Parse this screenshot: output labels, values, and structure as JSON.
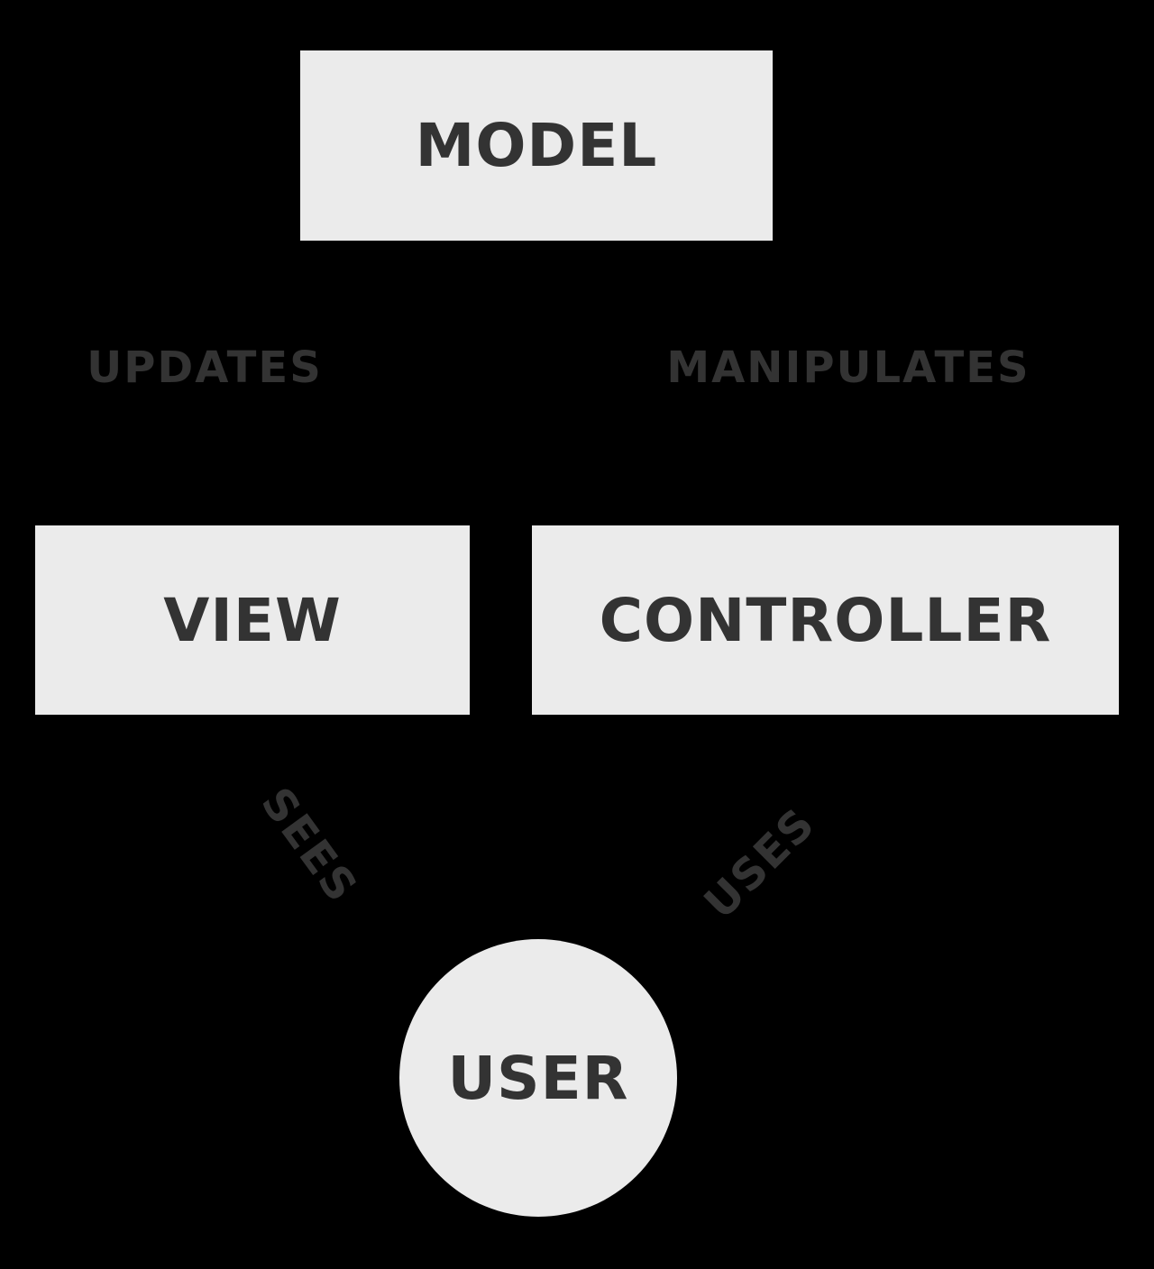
{
  "diagram": {
    "nodes": {
      "model": {
        "label": "MODEL",
        "shape": "rectangle"
      },
      "view": {
        "label": "VIEW",
        "shape": "rectangle"
      },
      "controller": {
        "label": "CONTROLLER",
        "shape": "rectangle"
      },
      "user": {
        "label": "USER",
        "shape": "circle"
      }
    },
    "edges": {
      "updates": {
        "label": "UPDATES",
        "from": "model",
        "to": "view"
      },
      "manipulates": {
        "label": "MANIPULATES",
        "from": "controller",
        "to": "model"
      },
      "sees": {
        "label": "SEES",
        "from": "user",
        "to": "view"
      },
      "uses": {
        "label": "USES",
        "from": "user",
        "to": "controller"
      }
    },
    "colors": {
      "background": "#000000",
      "node_fill": "#EBEBEB",
      "text": "#333333"
    }
  }
}
